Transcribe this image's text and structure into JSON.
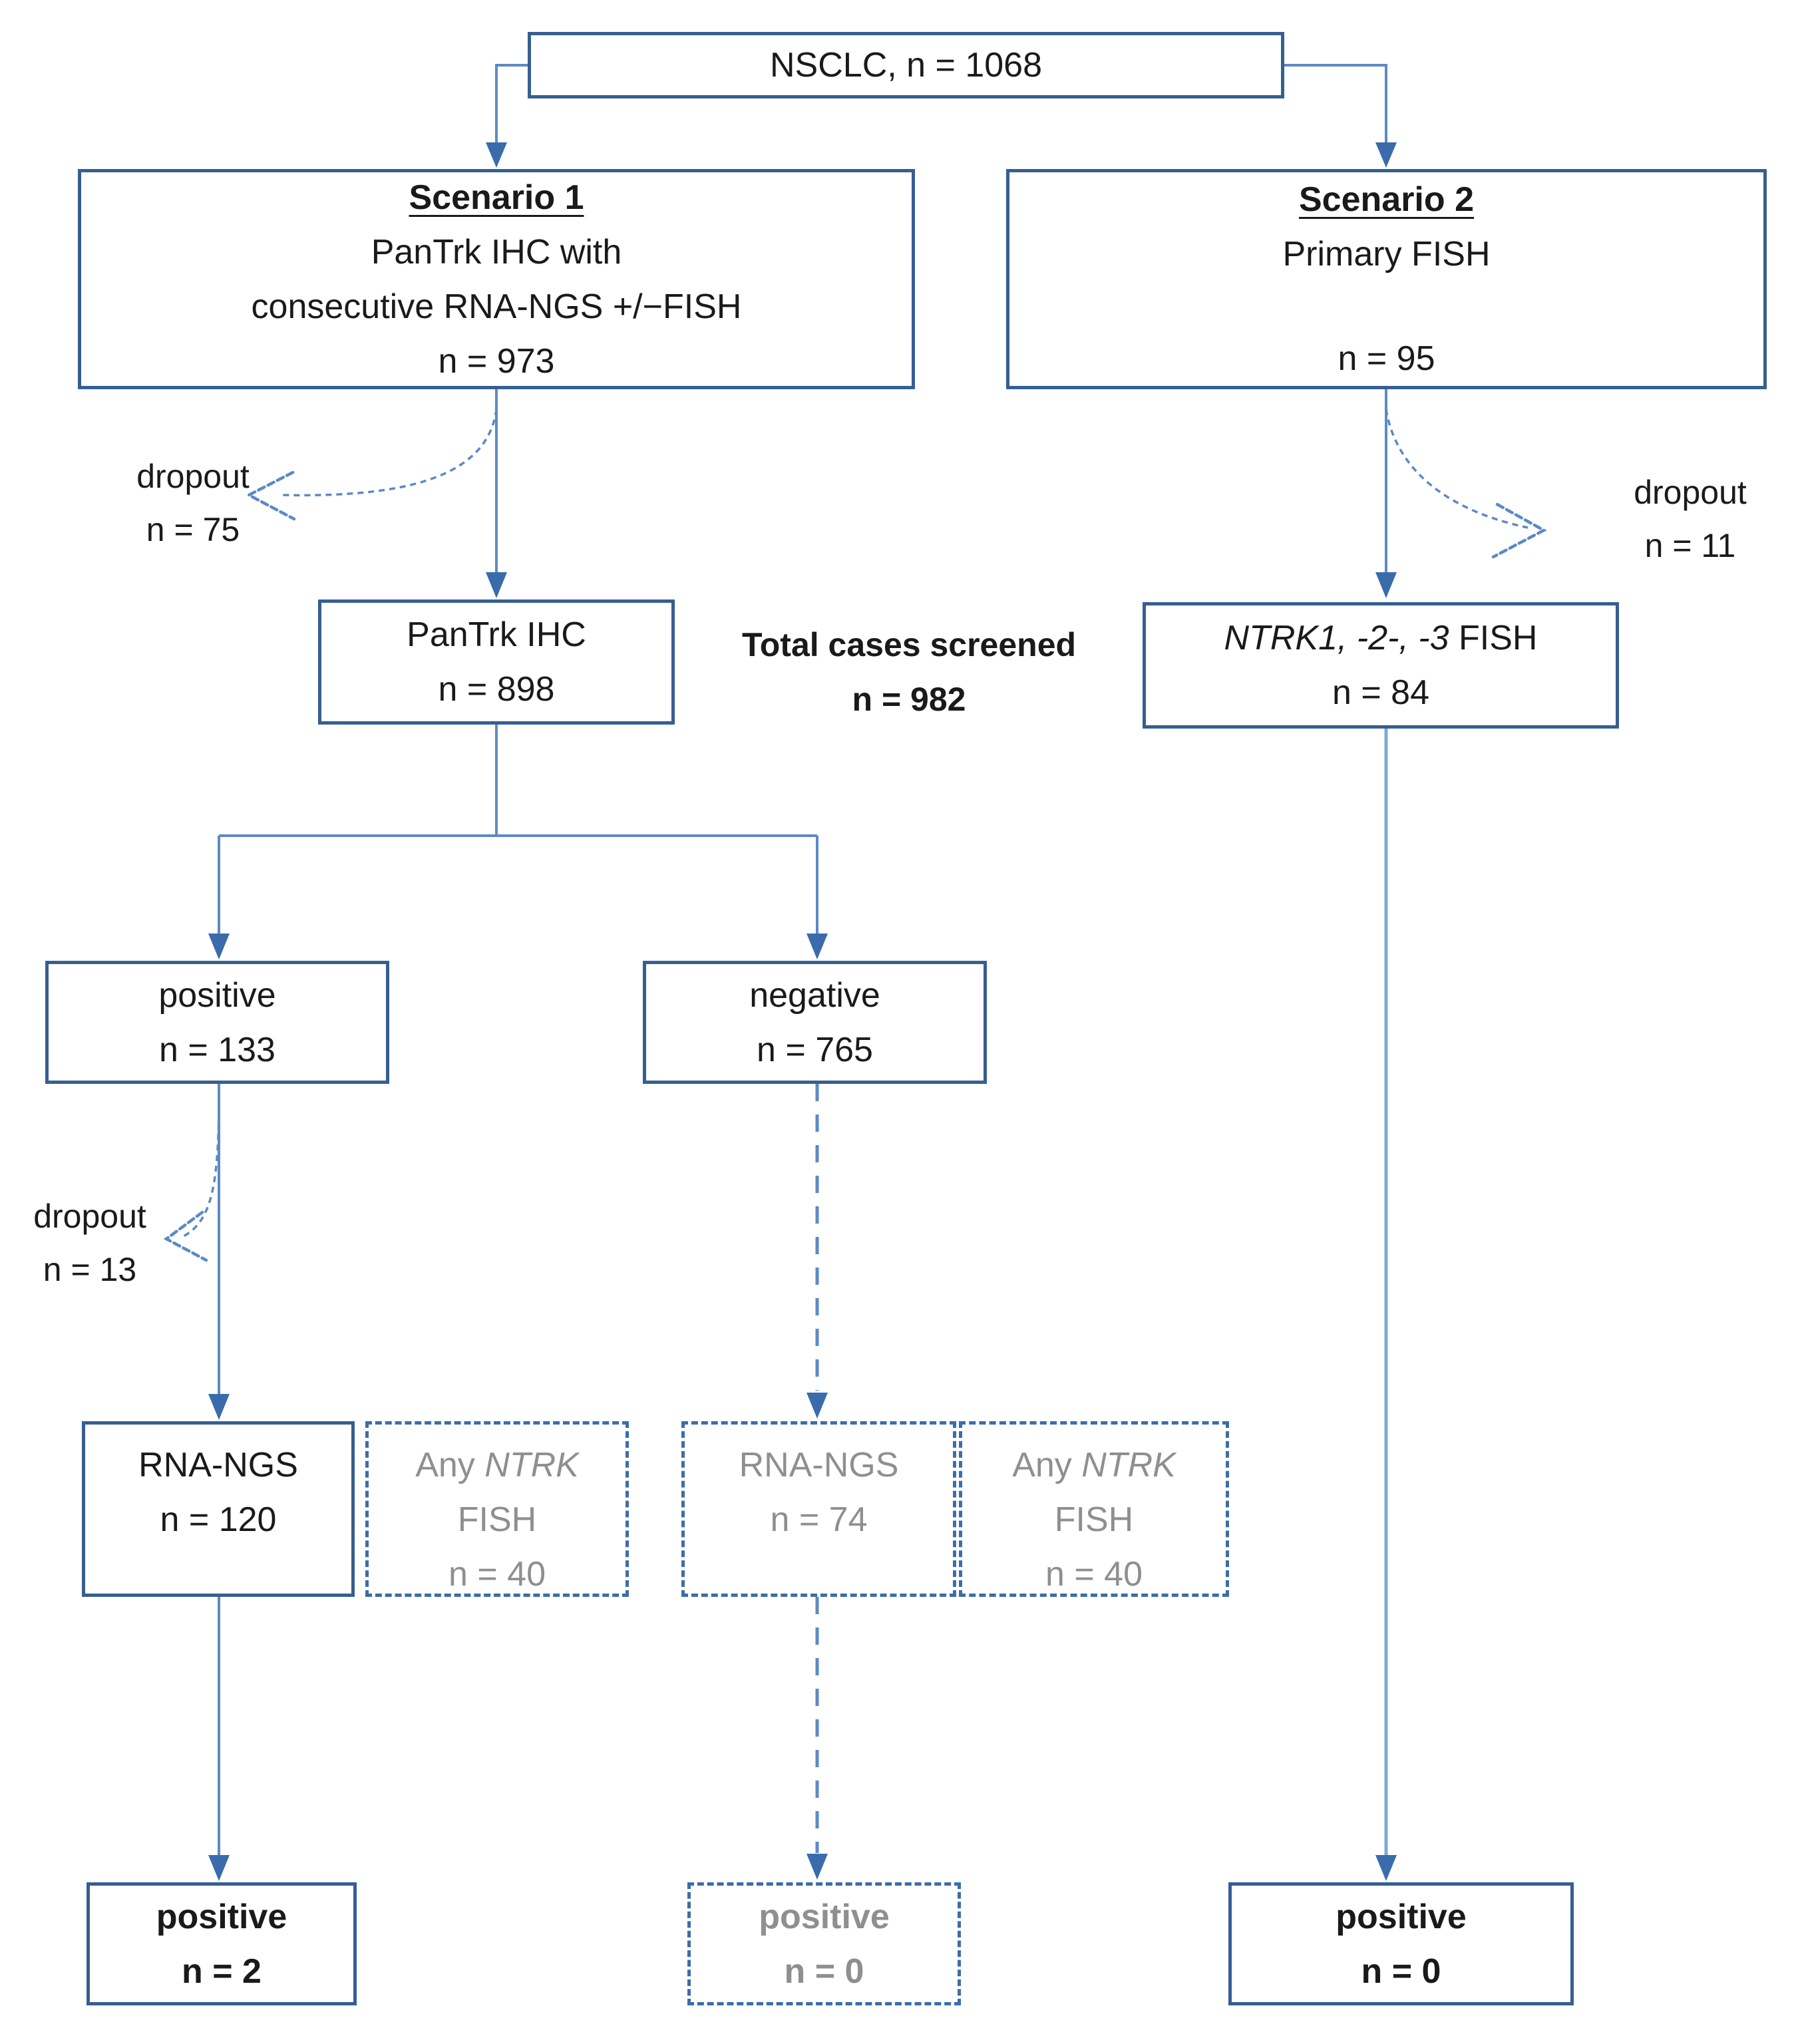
{
  "colors": {
    "border_solid": "#365f91",
    "border_dashed": "#3c6da8",
    "line": "#5d8ac5",
    "line_light": "#7da7d8",
    "arrow": "#3a6cac",
    "curve": "#5b8ac4",
    "text": "#1a1a1a",
    "text_gray": "#8f8f8f"
  },
  "nodes": {
    "nsclc": {
      "text": "NSCLC, n = 1068"
    },
    "scenario1": {
      "title": "Scenario 1",
      "line1": "PanTrk IHC with",
      "line2": "consecutive RNA-NGS +/−FISH",
      "n": "n = 973"
    },
    "scenario2": {
      "title": "Scenario 2",
      "line1": "Primary FISH",
      "n": "n = 95"
    },
    "pantrk_ihc": {
      "line1": "PanTrk IHC",
      "n": "n = 898"
    },
    "total_screened": {
      "line1": "Total cases screened",
      "n": "n = 982"
    },
    "ntrk_fish": {
      "italic": "NTRK1, -2-, -3",
      "regular": " FISH",
      "n": "n = 84"
    },
    "ihc_positive": {
      "line1": "positive",
      "n": "n = 133"
    },
    "ihc_negative": {
      "line1": "negative",
      "n": "n = 765"
    },
    "rna_ngs_pos": {
      "line1": "RNA-NGS",
      "n": "n = 120"
    },
    "any_ntrk_pos": {
      "pre": "Any ",
      "italic": "NTRK",
      "line2": "FISH",
      "n": "n = 40"
    },
    "rna_ngs_neg": {
      "line1": "RNA-NGS",
      "n": "n = 74"
    },
    "any_ntrk_neg": {
      "pre": "Any ",
      "italic": "NTRK",
      "line2": "FISH",
      "n": "n = 40"
    },
    "final_positive_s1": {
      "line1": "positive",
      "n": "n = 2"
    },
    "final_positive_neg": {
      "line1": "positive",
      "n": "n = 0"
    },
    "final_positive_s2": {
      "line1": "positive",
      "n": "n = 0"
    }
  },
  "dropouts": {
    "scenario1": {
      "label": "dropout",
      "n": "n = 75"
    },
    "scenario2": {
      "label": "dropout",
      "n": "n = 11"
    },
    "ihc_positive": {
      "label": "dropout",
      "n": "n = 13"
    }
  }
}
